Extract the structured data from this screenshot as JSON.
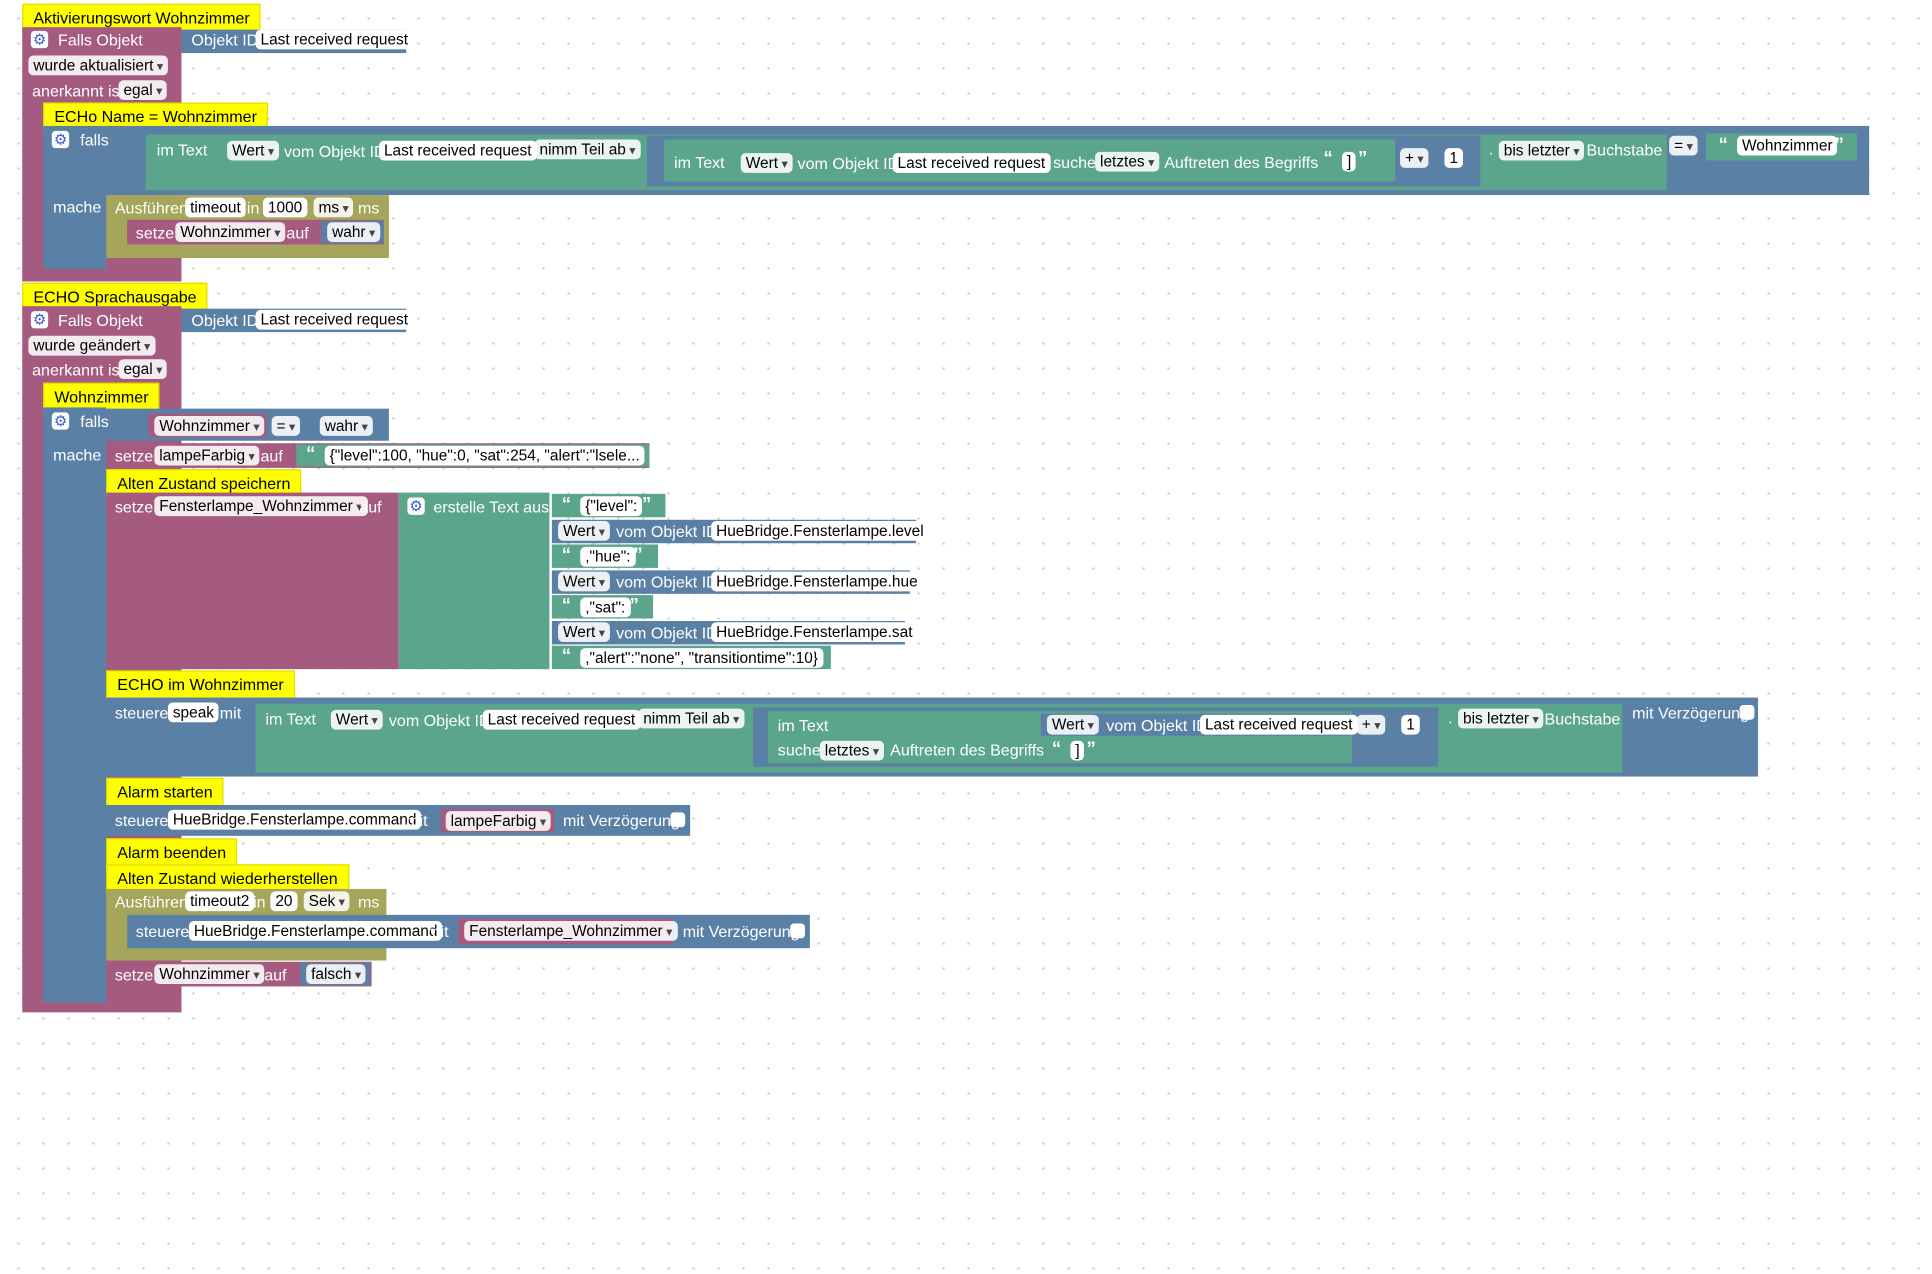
{
  "s1": {
    "comment": "Aktivierungswort Wohnzimmer",
    "falls_objekt": "Falls Objekt",
    "objekt_id": "Objekt ID",
    "obj": "Last received request",
    "updated": "wurde aktualisiert",
    "anerkannt": "anerkannt ist",
    "egal": "egal",
    "comment2": "ECHo Name = Wohnzimmer",
    "falls": "falls",
    "im_text": "im Text",
    "wert": "Wert",
    "vom": "vom Objekt ID",
    "nimm": "nimm Teil ab",
    "suche": "suche",
    "letztes": "letztes",
    "auftreten": "Auftreten des Begriffs",
    "bracket": "]",
    "plus": "+",
    "one": "1",
    "dot": ".",
    "bis": "bis letzter",
    "buchstabe": "Buchstabe",
    "eq": "=",
    "wohn": "Wohnzimmer",
    "mache": "mache",
    "ausfuehren": "Ausführen",
    "timeout": "timeout",
    "in": "in",
    "ms_val": "1000",
    "ms_dd": "ms",
    "ms": "ms",
    "setze": "setze",
    "var": "Wohnzimmer",
    "auf": "auf",
    "wahr": "wahr"
  },
  "s2": {
    "comment": "ECHO Sprachausgabe",
    "falls_objekt": "Falls Objekt",
    "objekt_id": "Objekt ID",
    "obj": "Last received request",
    "changed": "wurde geändert",
    "anerkannt": "anerkannt ist",
    "egal": "egal",
    "c_wohn": "Wohnzimmer",
    "falls": "falls",
    "var": "Wohnzimmer",
    "eq": "=",
    "wahr": "wahr",
    "mache": "mache",
    "setze": "setze",
    "lampe": "lampeFarbig",
    "auf": "auf",
    "json": "{\"level\":100, \"hue\":0, \"sat\":254, \"alert\":\"lsele...",
    "c_alten": "Alten Zustand speichern",
    "fenster": "Fensterlampe_Wohnzimmer",
    "erstelle": "erstelle Text aus",
    "p_level": "{\"level\":",
    "wert": "Wert",
    "vom": "vom Objekt ID",
    "hb_level": "HueBridge.Fensterlampe.level",
    "p_hue": ",\"hue\":",
    "hb_hue": "HueBridge.Fensterlampe.hue",
    "p_sat": ",\"sat\":",
    "hb_sat": "HueBridge.Fensterlampe.sat",
    "p_alert": ",\"alert\":\"none\", \"transitiontime\":10}",
    "c_echo": "ECHO im Wohnzimmer",
    "steuere": "steuere",
    "speak": "speak",
    "mit": "mit",
    "im_text": "im Text",
    "nimm": "nimm Teil ab",
    "suche": "suche",
    "letztes": "letztes",
    "auftreten": "Auftreten des Begriffs",
    "bracket": "]",
    "plus": "+",
    "one": "1",
    "dot": ".",
    "bis": "bis letzter",
    "buchstabe": "Buchstabe",
    "verz": "mit Verzögerung",
    "c_alarm_start": "Alarm starten",
    "hb_cmd": "HueBridge.Fensterlampe.command",
    "c_alarm_end": "Alarm beenden",
    "c_restore": "Alten Zustand wiederherstellen",
    "ausfuehren": "Ausführen",
    "timeout2": "timeout2",
    "in": "in",
    "sek_val": "20",
    "sek": "Sek",
    "ms": "ms",
    "falsch": "falsch"
  }
}
